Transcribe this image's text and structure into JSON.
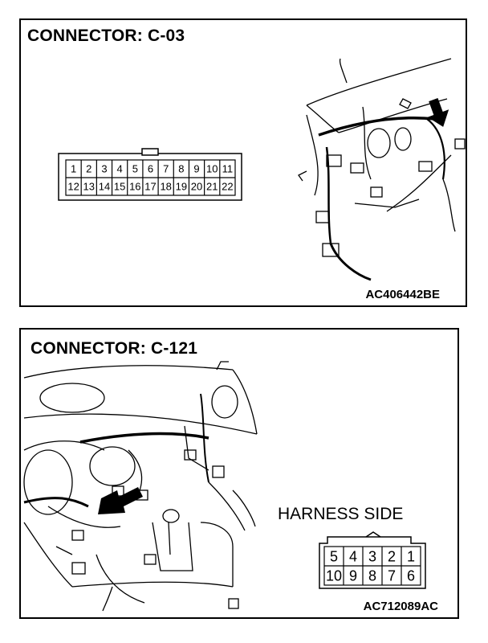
{
  "panels": [
    {
      "title": "CONNECTOR: C-03",
      "code": "AC406442BE",
      "connector": {
        "top_row": [
          "1",
          "2",
          "3",
          "4",
          "5",
          "6",
          "7",
          "8",
          "9",
          "10",
          "11"
        ],
        "bottom_row": [
          "12",
          "13",
          "14",
          "15",
          "16",
          "17",
          "18",
          "19",
          "20",
          "21",
          "22"
        ]
      }
    },
    {
      "title": "CONNECTOR: C-121",
      "code": "AC712089AC",
      "harness_label": "HARNESS SIDE",
      "connector": {
        "top_row": [
          "5",
          "4",
          "3",
          "2",
          "1"
        ],
        "bottom_row": [
          "10",
          "9",
          "8",
          "7",
          "6"
        ]
      }
    }
  ]
}
